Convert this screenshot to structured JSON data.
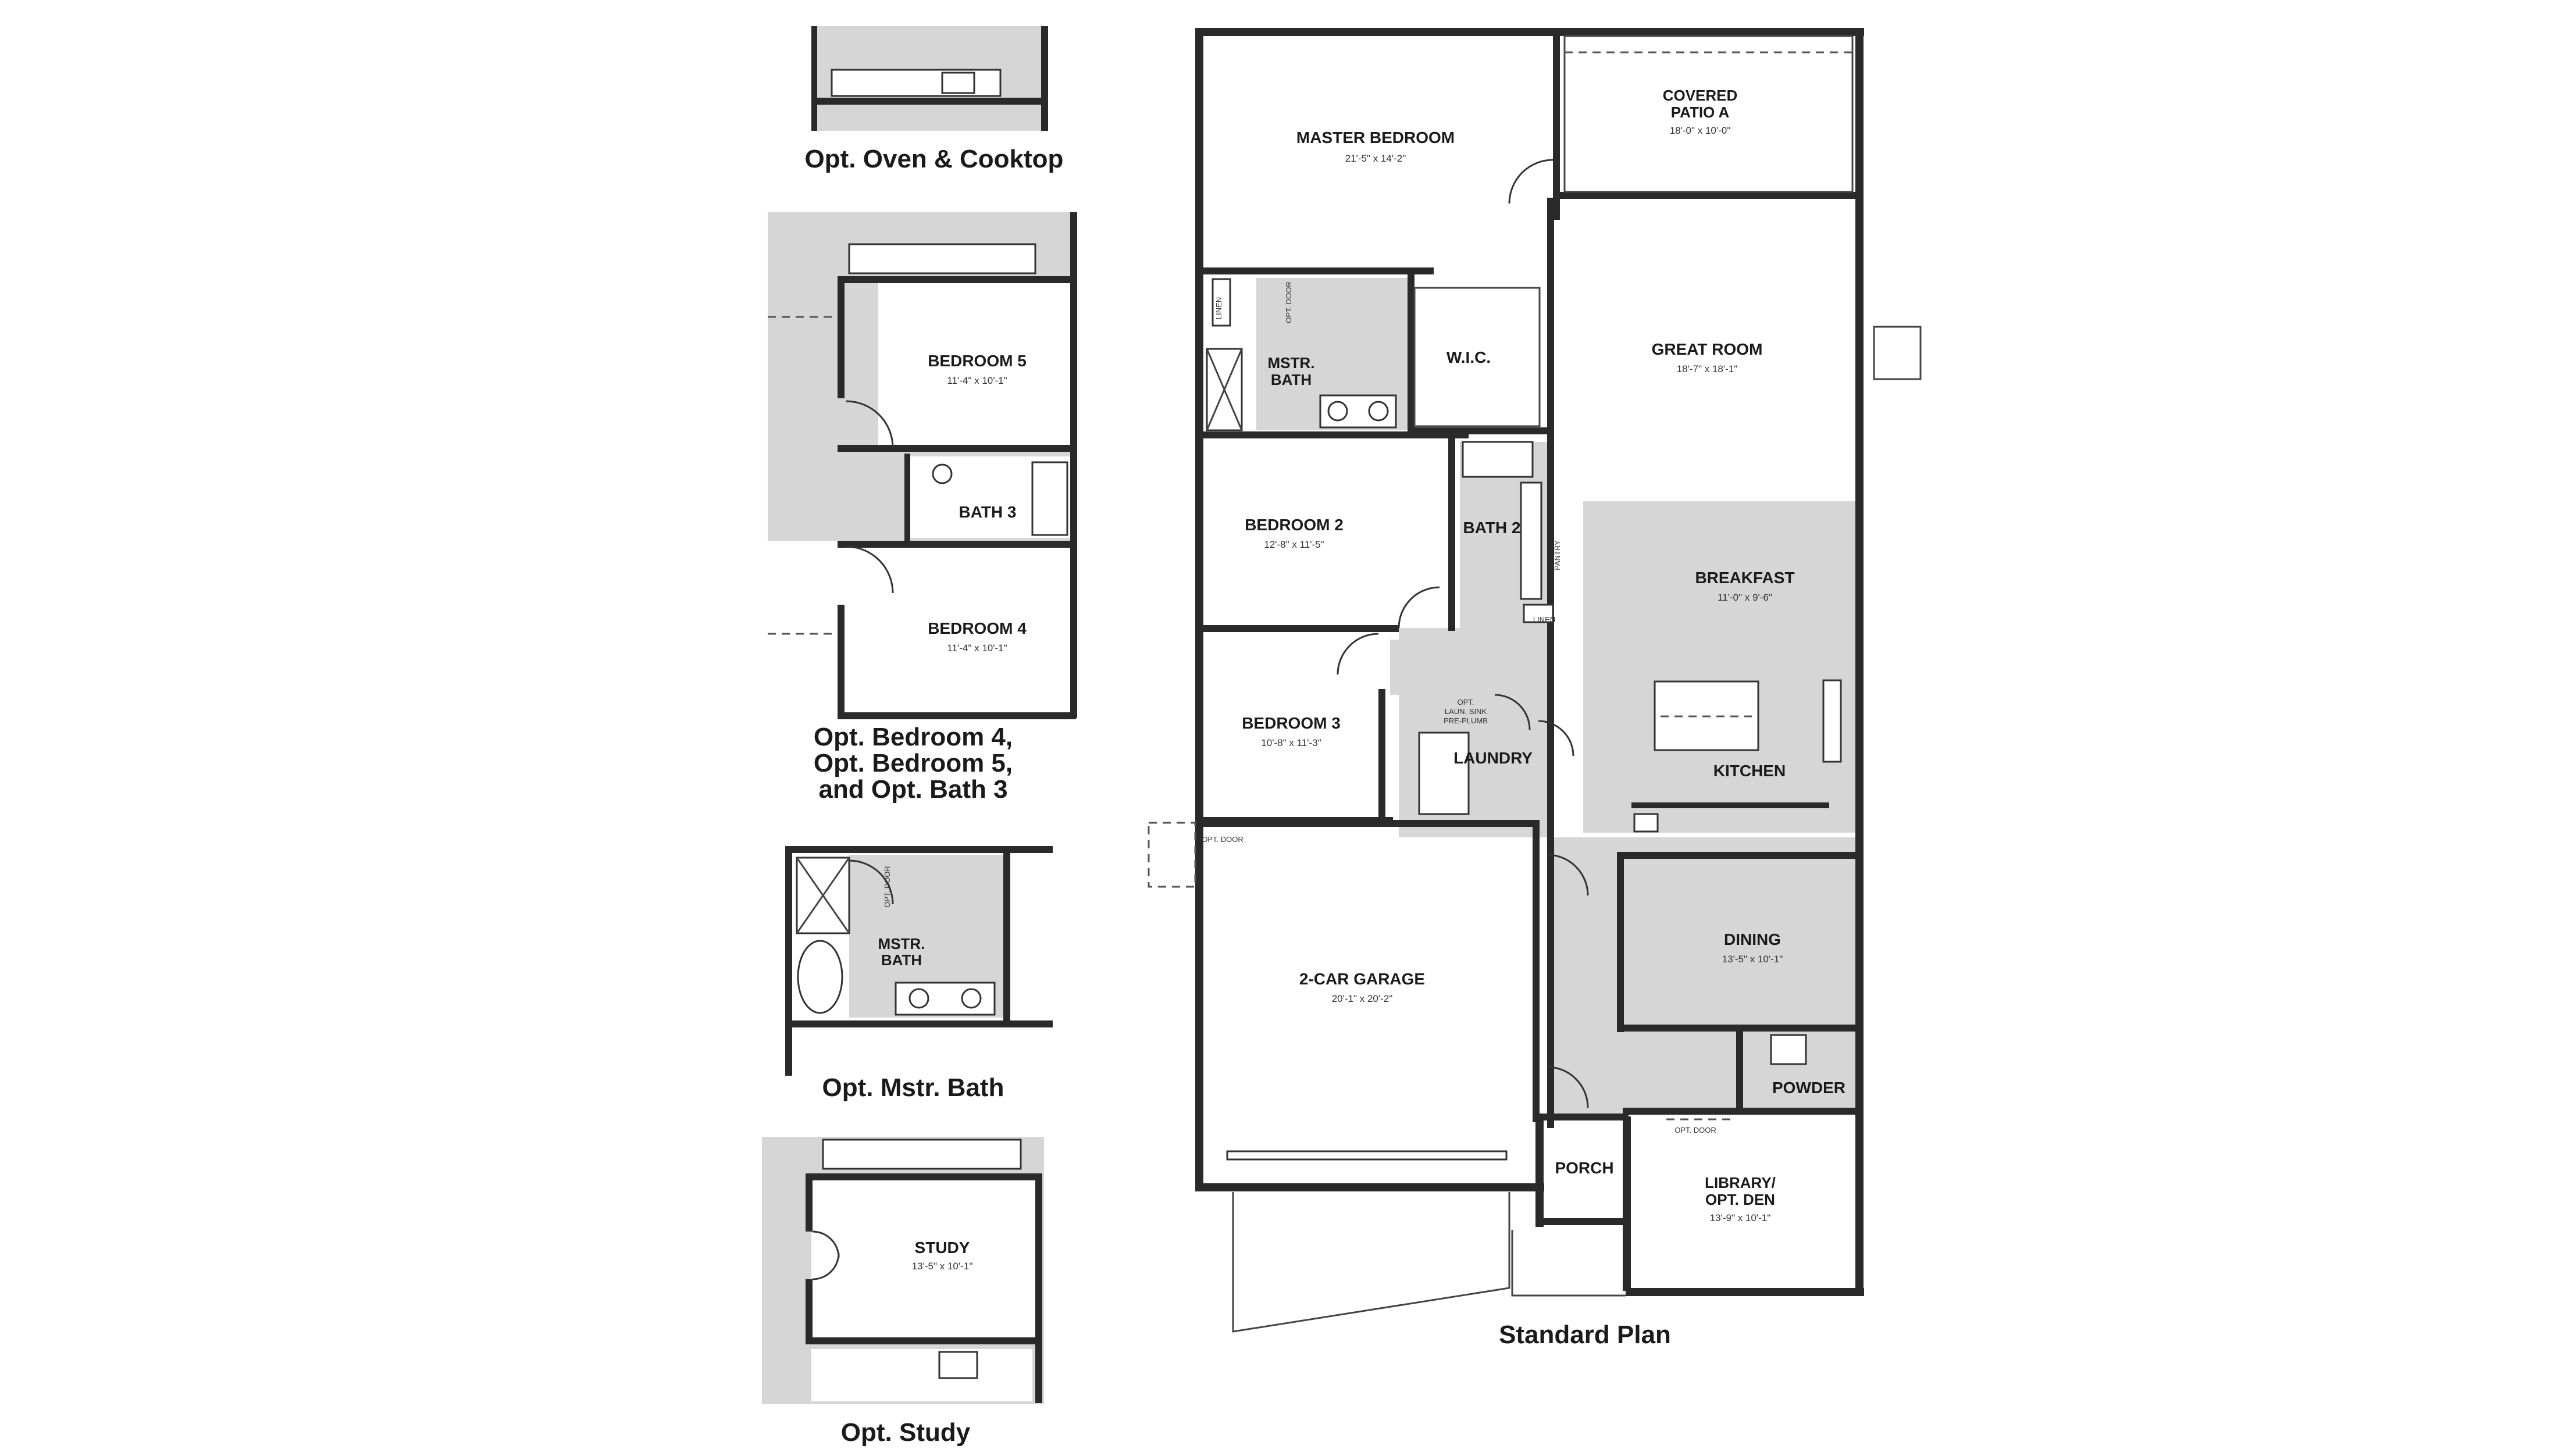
{
  "plan": {
    "caption": "Standard Plan",
    "rooms": {
      "master_bedroom": {
        "name": "MASTER BEDROOM",
        "dim": "21'-5\" x 14'-2\""
      },
      "covered_patio": {
        "name_line1": "COVERED",
        "name_line2": "PATIO A",
        "dim": "18'-0\" x 10'-0\""
      },
      "great_room": {
        "name": "GREAT ROOM",
        "dim": "18'-7\" x 18'-1\""
      },
      "mstr_bath": {
        "name_line1": "MSTR.",
        "name_line2": "BATH"
      },
      "wic": {
        "name": "W.I.C."
      },
      "linen_1": {
        "name": "LINEN"
      },
      "opt_door_1": {
        "name": "OPT. DOOR"
      },
      "bedroom_2": {
        "name": "BEDROOM 2",
        "dim": "12'-8\" x 11'-5\""
      },
      "bath_2": {
        "name": "BATH 2"
      },
      "pantry": {
        "name": "PANTRY"
      },
      "linen_2": {
        "name": "LINEN"
      },
      "breakfast": {
        "name": "BREAKFAST",
        "dim": "11'-0\" x 9'-6\""
      },
      "kitchen": {
        "name": "KITCHEN"
      },
      "bedroom_3": {
        "name": "BEDROOM 3",
        "dim": "10'-8\" x 11'-3\""
      },
      "laundry": {
        "name": "LAUNDRY"
      },
      "laun_sink_line1": "OPT.",
      "laun_sink_line2": "LAUN. SINK",
      "laun_sink_line3": "PRE-PLUMB",
      "opt_door_garage": {
        "name": "OPT. DOOR"
      },
      "garage": {
        "name": "2-CAR GARAGE",
        "dim": "20'-1\" x 20'-2\""
      },
      "dining": {
        "name": "DINING",
        "dim": "13'-5\" x 10'-1\""
      },
      "powder": {
        "name": "POWDER"
      },
      "porch": {
        "name": "PORCH"
      },
      "library": {
        "name_line1": "LIBRARY/",
        "name_line2": "OPT. DEN",
        "dim": "13'-9\" x 10'-1\""
      },
      "opt_door_library": {
        "name": "OPT. DOOR"
      }
    }
  },
  "options": {
    "oven_cooktop": {
      "caption": "Opt. Oven & Cooktop"
    },
    "bedrooms": {
      "caption_line1": "Opt. Bedroom 4,",
      "caption_line2": "Opt. Bedroom 5,",
      "caption_line3": "and Opt. Bath 3",
      "bedroom_5": {
        "name": "BEDROOM 5",
        "dim": "11'-4\" x 10'-1\""
      },
      "bath_3": {
        "name": "BATH 3"
      },
      "bedroom_4": {
        "name": "BEDROOM 4",
        "dim": "11'-4\" x 10'-1\""
      }
    },
    "mstr_bath": {
      "caption": "Opt. Mstr. Bath",
      "name_line1": "MSTR.",
      "name_line2": "BATH",
      "opt_door": "OPT. DOOR"
    },
    "study": {
      "caption": "Opt. Study",
      "name": "STUDY",
      "dim": "13'-5\" x 10'-1\""
    }
  }
}
